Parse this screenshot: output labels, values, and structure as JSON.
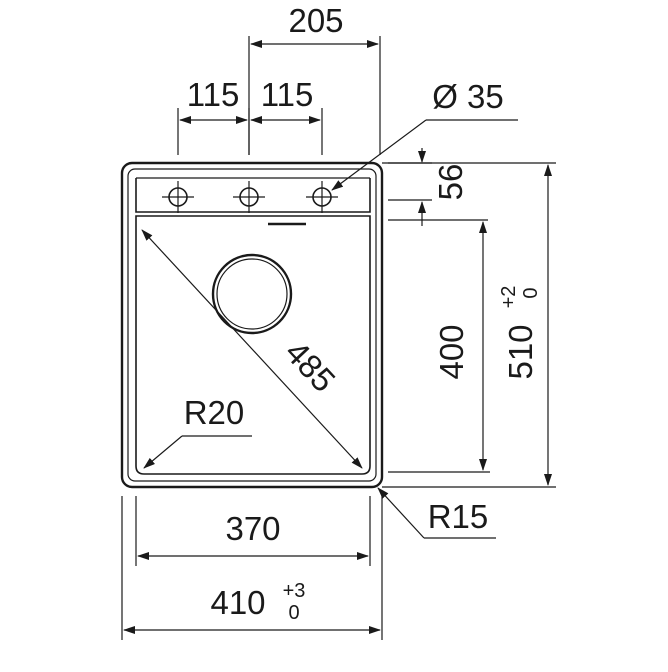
{
  "dimensions": {
    "top_span": "205",
    "left_span": "115",
    "right_span": "115",
    "hole_diameter": "Ø 35",
    "deck_depth": "56",
    "bowl_depth": "400",
    "total_depth": "510",
    "total_depth_tol_upper": "+2",
    "total_depth_tol_lower": "0",
    "diagonal": "485",
    "inner_radius": "R20",
    "outer_radius": "R15",
    "bowl_width": "370",
    "total_width": "410",
    "total_width_tol_upper": "+3",
    "total_width_tol_lower": "0"
  },
  "colors": {
    "line": "#1a1a1a",
    "background": "#ffffff"
  },
  "icons": {
    "tap_hole": "crosshair-circle-icon",
    "drain": "drain-circle-icon"
  }
}
